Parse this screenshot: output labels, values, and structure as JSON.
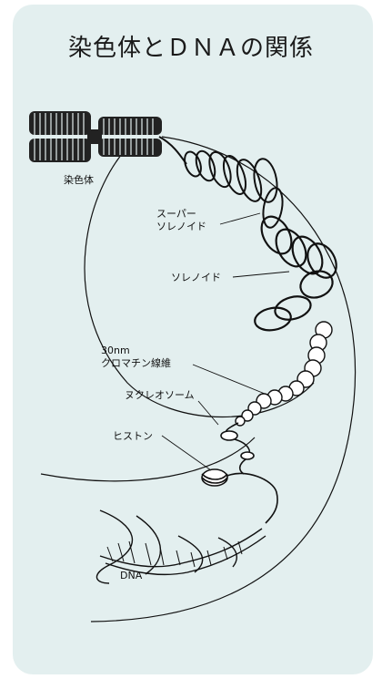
{
  "title": "染色体とＤＮＡの関係",
  "labels": {
    "chromosome": "染色体",
    "super_solenoid_1": "スーパー",
    "super_solenoid_2": "ソレノイド",
    "solenoid": "ソレノイド",
    "fiber_1": "30nm",
    "fiber_2": "クロマチン線維",
    "nucleosome": "ヌクレオソーム",
    "histone": "ヒストン",
    "dna": "DNA"
  },
  "colors": {
    "panel": "#e3efef",
    "ink": "#111111"
  }
}
